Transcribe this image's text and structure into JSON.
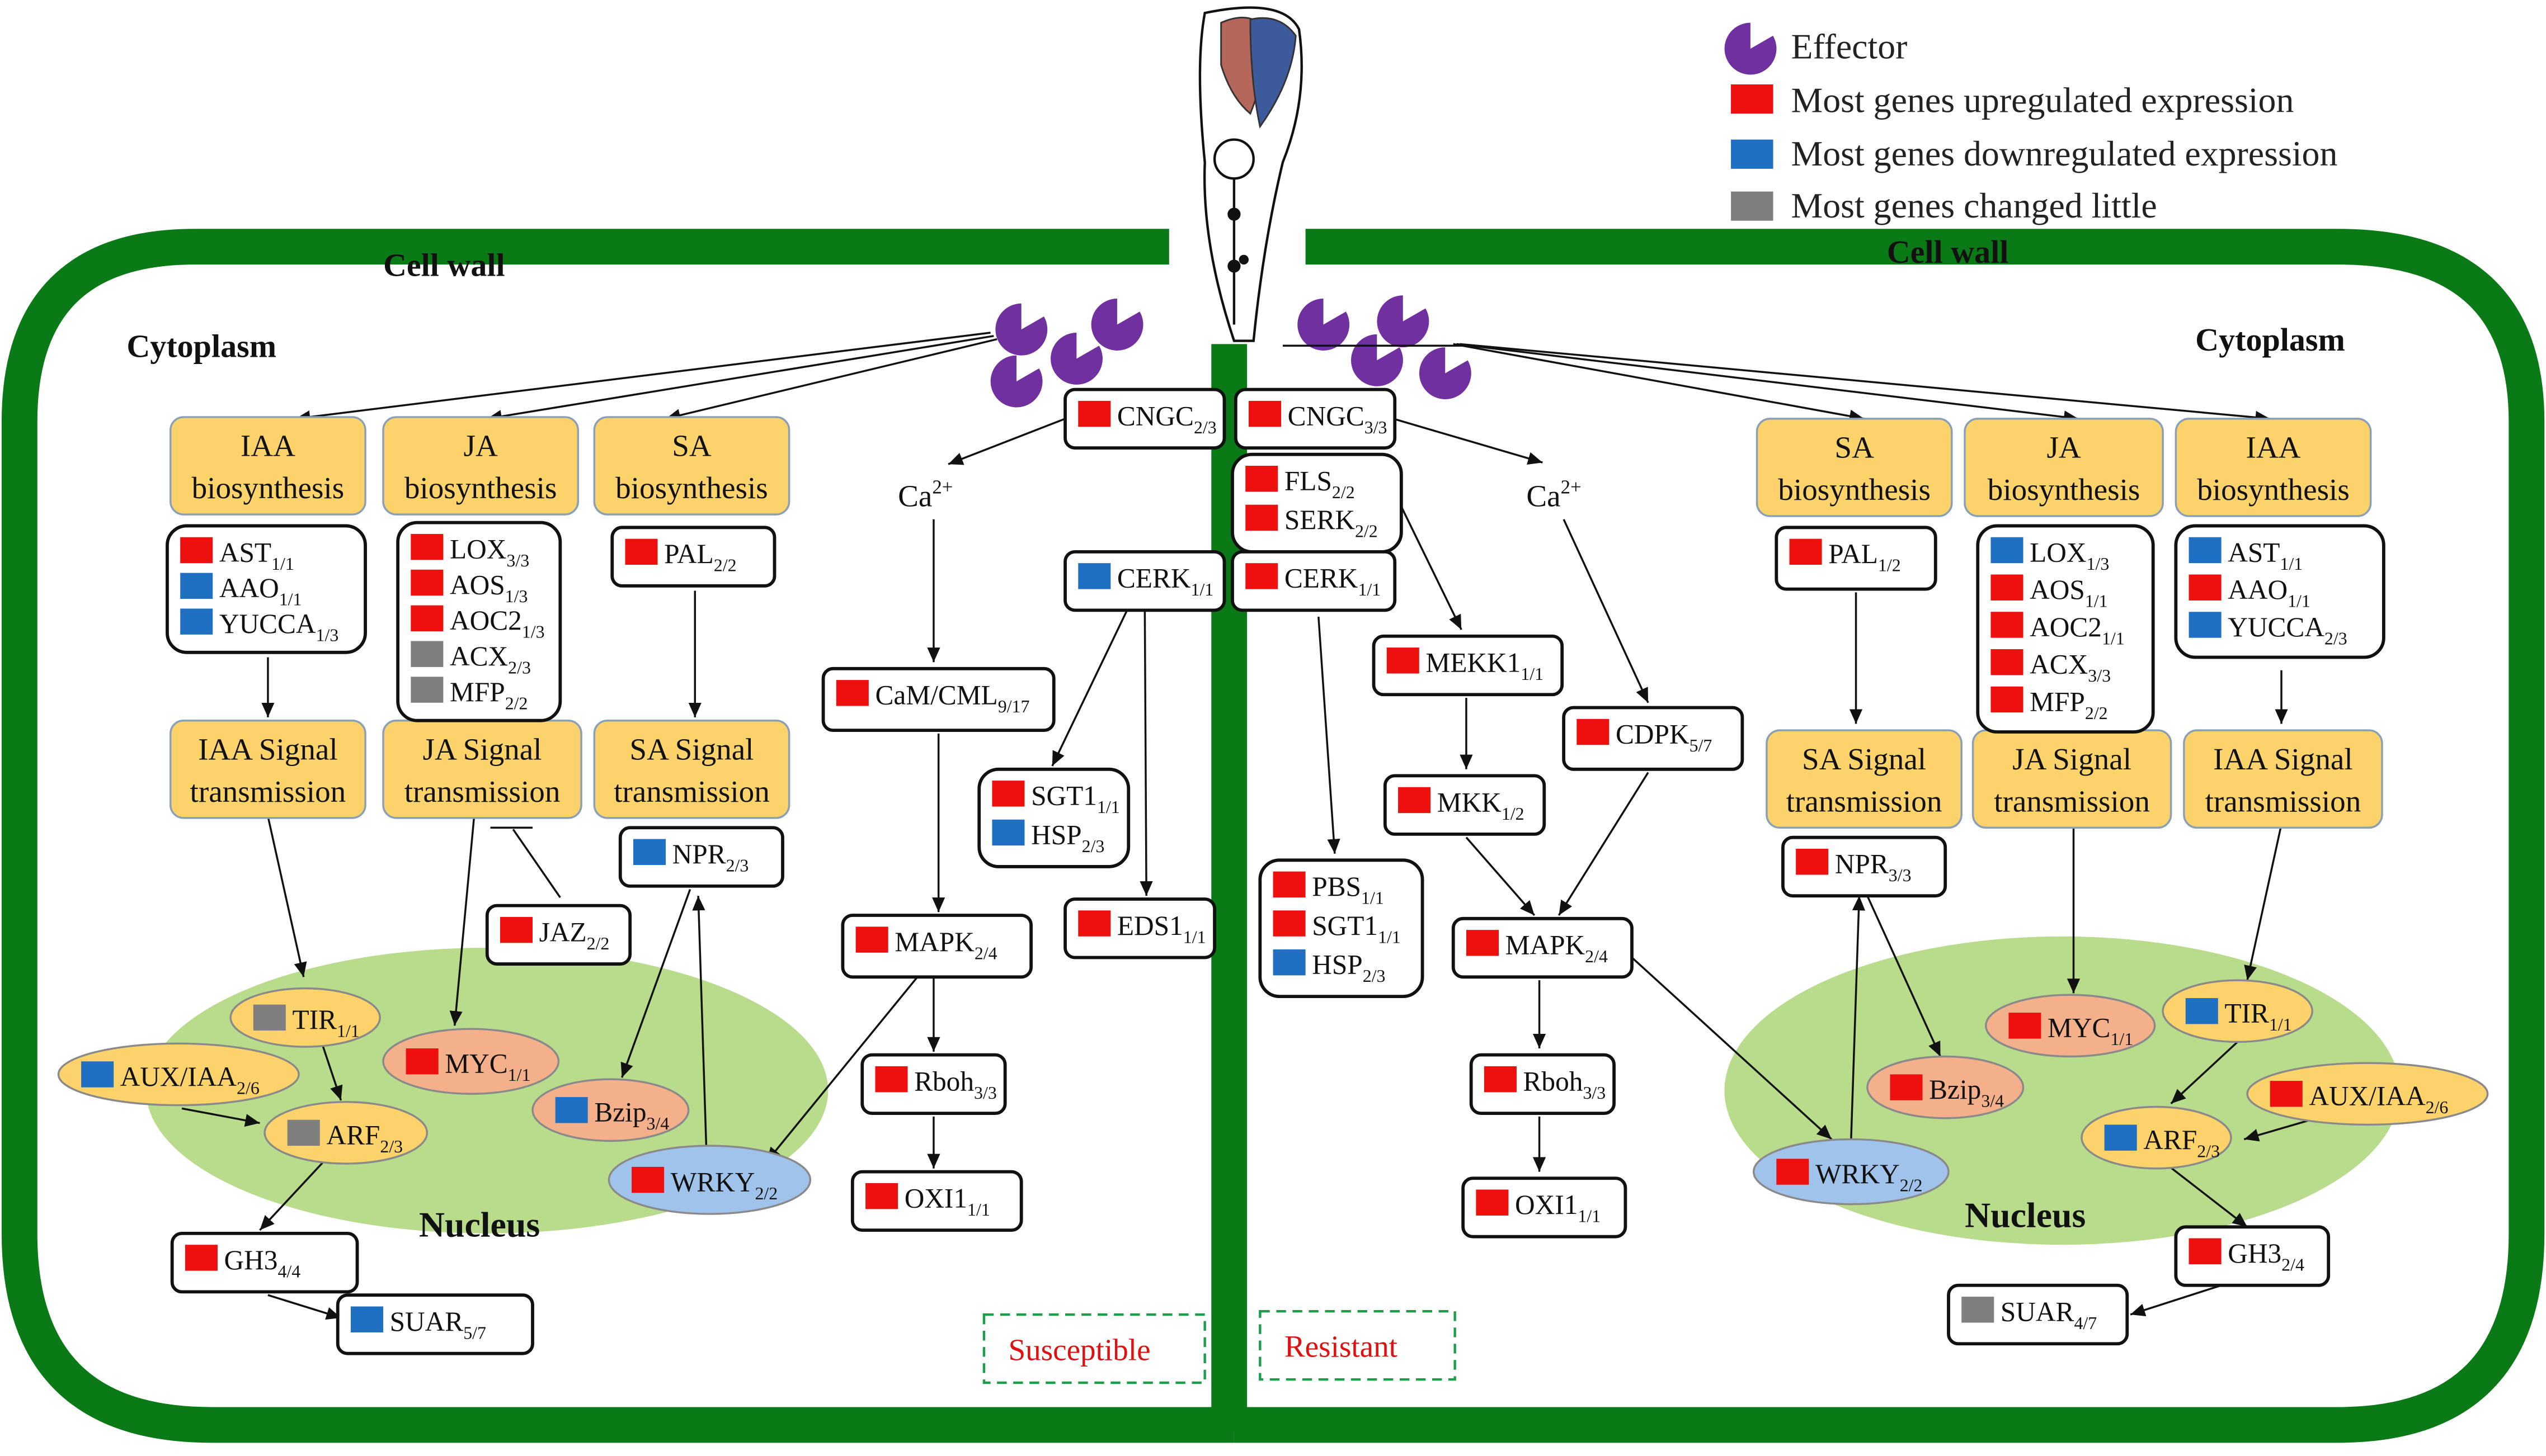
{
  "legend": {
    "effector": "Effector",
    "up": "Most genes upregulated expression",
    "down": "Most genes downregulated expression",
    "little": "Most genes changed little"
  },
  "colors": {
    "up": "#ee0f0f",
    "down": "#1f6fc2",
    "little": "#7f7f7f",
    "wall": "#0a7a16",
    "effector": "#7030a0",
    "pathway": "#fbd36a",
    "nucleus": "#b9dc8c",
    "orange": "#f4b08a",
    "blue": "#9fc3ea"
  },
  "labels": {
    "cell_wall": "Cell wall",
    "cytoplasm": "Cytoplasm",
    "nucleus": "Nucleus",
    "ca": "Ca",
    "ca_sup": "2+",
    "susceptible": "Susceptible",
    "resistant": "Resistant"
  },
  "left": {
    "iaa_bio": [
      "IAA",
      "biosynthesis"
    ],
    "ja_bio": [
      "JA",
      "biosynthesis"
    ],
    "sa_bio": [
      "SA",
      "biosynthesis"
    ],
    "iaa_sig": [
      "IAA Signal",
      "transmission"
    ],
    "ja_sig": [
      "JA Signal",
      "transmission"
    ],
    "sa_sig": [
      "SA Signal",
      "transmission"
    ],
    "genes": {
      "ast": [
        "AST",
        "1/1"
      ],
      "aao": [
        "AAO",
        "1/1"
      ],
      "yucca": [
        "YUCCA",
        "1/3"
      ],
      "lox": [
        "LOX",
        "3/3"
      ],
      "aos": [
        "AOS",
        "1/3"
      ],
      "aoc2": [
        "AOC2",
        "1/3"
      ],
      "acx": [
        "ACX",
        "2/3"
      ],
      "mfp": [
        "MFP",
        "2/2"
      ],
      "pal": [
        "PAL",
        "2/2"
      ],
      "npr": [
        "NPR",
        "2/3"
      ],
      "jaz": [
        "JAZ",
        "2/2"
      ],
      "cngc": [
        "CNGC",
        "2/3"
      ],
      "cerk": [
        "CERK",
        "1/1"
      ],
      "cam": [
        "CaM/CML",
        "9/17"
      ],
      "sgt1": [
        "SGT1",
        "1/1"
      ],
      "hsp": [
        "HSP",
        "2/3"
      ],
      "eds1": [
        "EDS1",
        "1/1"
      ],
      "mapk": [
        "MAPK",
        "2/4"
      ],
      "rboh": [
        "Rboh",
        "3/3"
      ],
      "oxi1": [
        "OXI1",
        "1/1"
      ],
      "tir": [
        "TIR",
        "1/1"
      ],
      "auxiaa": [
        "AUX/IAA",
        "2/6"
      ],
      "arf": [
        "ARF",
        "2/3"
      ],
      "myc": [
        "MYC",
        "1/1"
      ],
      "bzip": [
        "Bzip",
        "3/4"
      ],
      "wrky": [
        "WRKY",
        "2/2"
      ],
      "gh3": [
        "GH3",
        "4/4"
      ],
      "suar": [
        "SUAR",
        "5/7"
      ]
    }
  },
  "right": {
    "sa_bio": [
      "SA",
      "biosynthesis"
    ],
    "ja_bio": [
      "JA",
      "biosynthesis"
    ],
    "iaa_bio": [
      "IAA",
      "biosynthesis"
    ],
    "sa_sig": [
      "SA Signal",
      "transmission"
    ],
    "ja_sig": [
      "JA Signal",
      "transmission"
    ],
    "iaa_sig": [
      "IAA Signal",
      "transmission"
    ],
    "genes": {
      "cngc": [
        "CNGC",
        "3/3"
      ],
      "fls": [
        "FLS",
        "2/2"
      ],
      "serk": [
        "SERK",
        "2/2"
      ],
      "cerk": [
        "CERK",
        "1/1"
      ],
      "mekk1": [
        "MEKK1",
        "1/1"
      ],
      "mkk": [
        "MKK",
        "1/2"
      ],
      "cdpk": [
        "CDPK",
        "5/7"
      ],
      "pbs": [
        "PBS",
        "1/1"
      ],
      "sgt1": [
        "SGT1",
        "1/1"
      ],
      "hsp": [
        "HSP",
        "2/3"
      ],
      "mapk": [
        "MAPK",
        "2/4"
      ],
      "rboh": [
        "Rboh",
        "3/3"
      ],
      "oxi1": [
        "OXI1",
        "1/1"
      ],
      "pal": [
        "PAL",
        "1/2"
      ],
      "npr": [
        "NPR",
        "3/3"
      ],
      "lox": [
        "LOX",
        "1/3"
      ],
      "aos": [
        "AOS",
        "1/1"
      ],
      "aoc2": [
        "AOC2",
        "1/1"
      ],
      "acx": [
        "ACX",
        "3/3"
      ],
      "mfp": [
        "MFP",
        "2/2"
      ],
      "ast": [
        "AST",
        "1/1"
      ],
      "aao": [
        "AAO",
        "1/1"
      ],
      "yucca": [
        "YUCCA",
        "2/3"
      ],
      "myc": [
        "MYC",
        "1/1"
      ],
      "tir": [
        "TIR",
        "1/1"
      ],
      "bzip": [
        "Bzip",
        "3/4"
      ],
      "auxiaa": [
        "AUX/IAA",
        "2/6"
      ],
      "arf": [
        "ARF",
        "2/3"
      ],
      "wrky": [
        "WRKY",
        "2/2"
      ],
      "gh3": [
        "GH3",
        "2/4"
      ],
      "suar": [
        "SUAR",
        "4/7"
      ]
    }
  }
}
